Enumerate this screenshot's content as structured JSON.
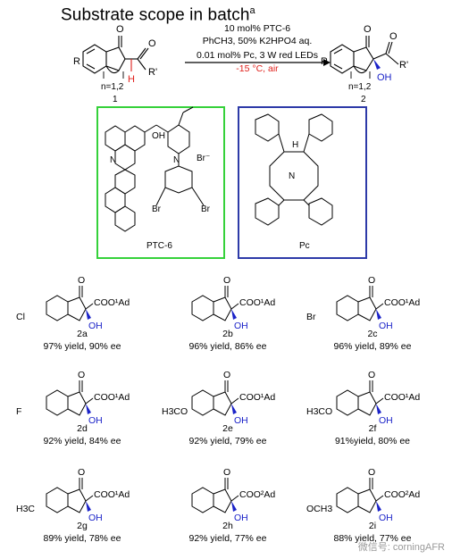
{
  "title": "Substrate scope in batch",
  "title_sup": "a",
  "reaction": {
    "conditions": [
      "10 mol% PTC-6",
      "PhCH3, 50% K2HPO4 aq.",
      "0.01 mol% Pc, 3 W red LEDs"
    ],
    "condition_red": "-15 °C, air",
    "reactant_n": "n=1,2",
    "reactant_label": "1",
    "product_n": "n=1,2",
    "product_label": "2",
    "R": "R",
    "Rp": "R'",
    "H": "H",
    "OH": "OH",
    "O": "O"
  },
  "catalysts": {
    "ptc_label": "PTC-6",
    "pc_label": "Pc",
    "ptc_box_color": "#35d13a",
    "pc_box_color": "#2d3aa8",
    "OH": "OH",
    "Br_minus": "Br⁻",
    "Br": "Br",
    "N": "N",
    "NH": "H"
  },
  "products": [
    {
      "id": "2a",
      "yield": "97% yield, 90% ee",
      "ester": "COO¹Ad",
      "sub": "Cl"
    },
    {
      "id": "2b",
      "yield": "96% yield, 86% ee",
      "ester": "COO¹Ad",
      "sub": ""
    },
    {
      "id": "2c",
      "yield": "96% yield, 89% ee",
      "ester": "COO¹Ad",
      "sub": "Br"
    },
    {
      "id": "2d",
      "yield": "92% yield, 84% ee",
      "ester": "COO¹Ad",
      "sub": "F"
    },
    {
      "id": "2e",
      "yield": "92% yield, 79% ee",
      "ester": "COO¹Ad",
      "sub": "H3CO"
    },
    {
      "id": "2f",
      "yield": "91%yield, 80% ee",
      "ester": "COO¹Ad",
      "sub": "H3CO"
    },
    {
      "id": "2g",
      "yield": "89% yield, 78% ee",
      "ester": "COO¹Ad",
      "sub": "H3C"
    },
    {
      "id": "2h",
      "yield": "92% yield, 77% ee",
      "ester": "COO²Ad",
      "sub": ""
    },
    {
      "id": "2i",
      "yield": "88% yield, 77% ee",
      "ester": "COO²Ad",
      "sub": "OCH3"
    }
  ],
  "watermark": "微信号: corningAFR",
  "colors": {
    "red": "#e0201b",
    "blue": "#1a22c8"
  }
}
